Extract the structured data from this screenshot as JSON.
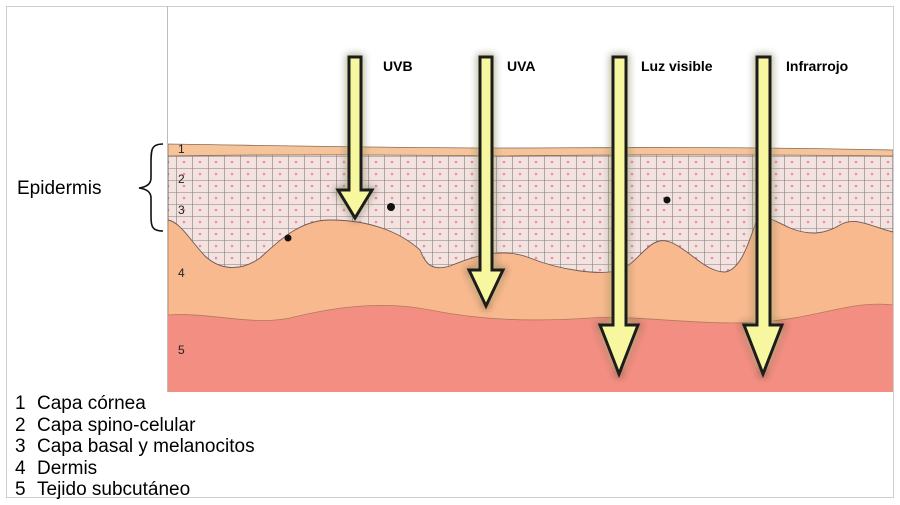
{
  "rays": [
    {
      "label": "UVB",
      "color": "#f7f7a0"
    },
    {
      "label": "UVA",
      "color": "#f7f7a0"
    },
    {
      "label": "Luz visible",
      "color": "#f7f7a0"
    },
    {
      "label": "Infrarrojo",
      "color": "#f7f7a0"
    }
  ],
  "side_label": "Epidermis",
  "layer_numbers": [
    "1",
    "2",
    "3",
    "4",
    "5"
  ],
  "legend": [
    {
      "num": "1",
      "text": "Capa córnea"
    },
    {
      "num": "2",
      "text": "Capa spino-celular"
    },
    {
      "num": "3",
      "text": "Capa basal y melanocitos"
    },
    {
      "num": "4",
      "text": "Dermis"
    },
    {
      "num": "5",
      "text": "Tejido subcutáneo"
    }
  ],
  "colors": {
    "corneal": "#f5c49a",
    "epidermis": "#f2e3e1",
    "dermis": "#f8b98e",
    "subcutaneous": "#f28e82",
    "cell_dot": "#ef8aa0",
    "ray_glow": "#ff3b3b",
    "ray_fill": "#f7f7a0"
  }
}
